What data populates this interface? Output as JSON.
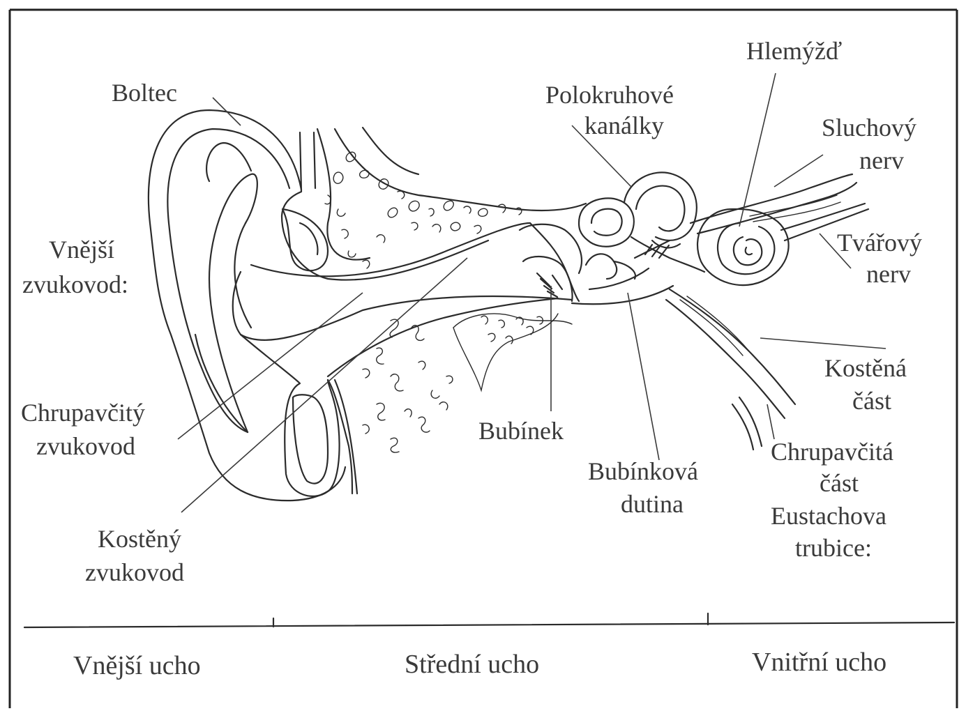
{
  "labels": {
    "boltec": "Boltec",
    "polokruhove_1": "Polokruhové",
    "polokruhove_2": "kanálky",
    "hlemyzd": "Hlemýžď",
    "sluchovy_1": "Sluchový",
    "sluchovy_2": "nerv",
    "vnejsi_zvukovod_1": "Vnější",
    "vnejsi_zvukovod_2": "zvukovod:",
    "tvarovy_1": "Tvářový",
    "tvarovy_2": "nerv",
    "kostena_1": "Kostěná",
    "kostena_2": "část",
    "chrupavcity_1": "Chrupavčitý",
    "chrupavcity_2": "zvukovod",
    "bubinek": "Bubínek",
    "chrupavcita_1": "Chrupavčitá",
    "chrupavcita_2": "část",
    "eustachova_1": "Eustachova",
    "eustachova_2": "trubice:",
    "bubinkova_1": "Bubínková",
    "bubinkova_2": "dutina",
    "kosteny_1": "Kostěný",
    "kosteny_2": "zvukovod"
  },
  "zones": {
    "outer": "Vnější ucho",
    "middle": "Střední ucho",
    "inner": "Vnitřní ucho"
  }
}
